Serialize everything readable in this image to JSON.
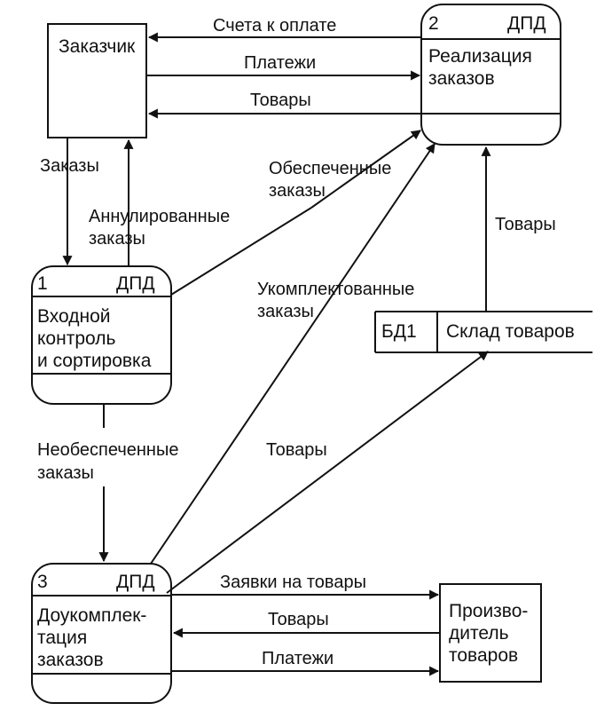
{
  "entities": {
    "customer": "Заказчик",
    "producer": [
      "Произво-",
      "дитель",
      "товаров"
    ]
  },
  "processes": {
    "p1": {
      "num": "1",
      "tag": "ДПД",
      "lines": [
        "Входной",
        "контроль",
        "и сортировка"
      ]
    },
    "p2": {
      "num": "2",
      "tag": "ДПД",
      "lines": [
        "Реализация",
        "заказов"
      ]
    },
    "p3": {
      "num": "3",
      "tag": "ДПД",
      "lines": [
        "Доукомплек-",
        "тация",
        "заказов"
      ]
    }
  },
  "store": {
    "id": "БД1",
    "name": "Склад товаров"
  },
  "flows": {
    "invoices": "Счета к оплате",
    "payments_top": "Платежи",
    "goods_top": "Товары",
    "orders": "Заказы",
    "cancelled": [
      "Аннулированные",
      "заказы"
    ],
    "secured": [
      "Обеспеченные",
      "заказы"
    ],
    "completed": [
      "Укомплектованные",
      "заказы"
    ],
    "goods_store": "Товары",
    "unsecured": [
      "Необеспеченные",
      "заказы"
    ],
    "goods_mid": "Товары",
    "requests": "Заявки на товары",
    "goods_bottom": "Товары",
    "payments_bottom": "Платежи"
  }
}
